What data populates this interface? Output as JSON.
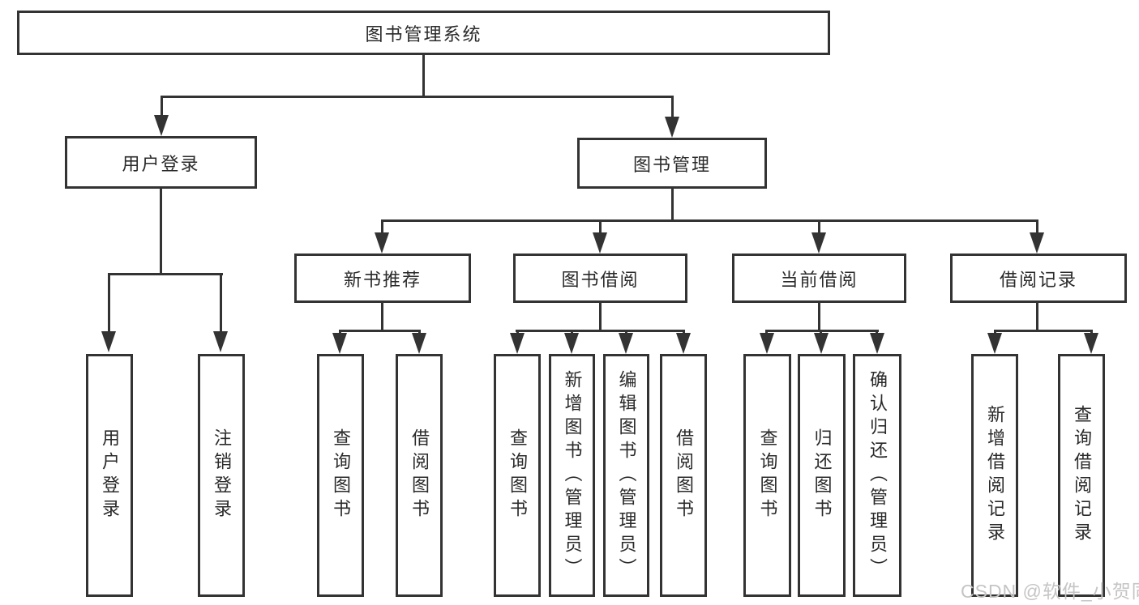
{
  "colors": {
    "line": "#333333",
    "text": "#2a2a2a",
    "background": "#ffffff",
    "watermark_text": "#c5c5c5"
  },
  "diagram": {
    "root": {
      "label": "图书管理系统"
    },
    "level2": [
      {
        "label": "用户登录"
      },
      {
        "label": "图书管理"
      }
    ],
    "level3": [
      {
        "label": "新书推荐"
      },
      {
        "label": "图书借阅"
      },
      {
        "label": "当前借阅"
      },
      {
        "label": "借阅记录"
      }
    ],
    "leaves": {
      "user_login": [
        "用户登录",
        "注销登录"
      ],
      "new_book": [
        "查询图书",
        "借阅图书"
      ],
      "book_borrow": [
        "查询图书",
        "新增图书（管理员）",
        "编辑图书（管理员）",
        "借阅图书"
      ],
      "current_borrow": [
        "查询图书",
        "归还图书",
        "确认归还（管理员）"
      ],
      "borrow_record": [
        "新增借阅记录",
        "查询借阅记录"
      ]
    }
  },
  "watermark": {
    "text": "CSDN @软件_小贺同学"
  }
}
